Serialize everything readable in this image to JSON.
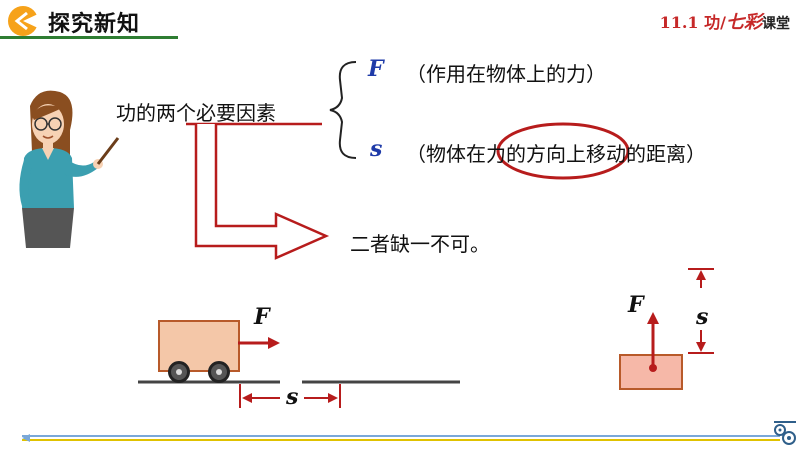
{
  "header": {
    "title": "探究新知",
    "lesson": "11.1",
    "topic": "功/",
    "brand": "七彩",
    "brand_suffix": "课堂"
  },
  "concept": {
    "main": "功的两个必要因素",
    "factor_f": {
      "symbol": "F",
      "desc": "（作用在物体上的力）"
    },
    "factor_s": {
      "symbol": "s",
      "desc_before": "（物体在",
      "desc_highlight": "力的方向上",
      "desc_after": "移动的距离）"
    },
    "conclusion": "二者缺一不可。"
  },
  "diagram_cart": {
    "force_label": "F",
    "distance_label": "s"
  },
  "diagram_box": {
    "force_label": "F",
    "distance_label": "s"
  },
  "colors": {
    "accent_red": "#b71c1c",
    "header_green": "#2e7d32",
    "symbol_blue": "#1e3aa8",
    "cart_body": "#f4c7a8",
    "box_fill": "#f6b8a8"
  }
}
